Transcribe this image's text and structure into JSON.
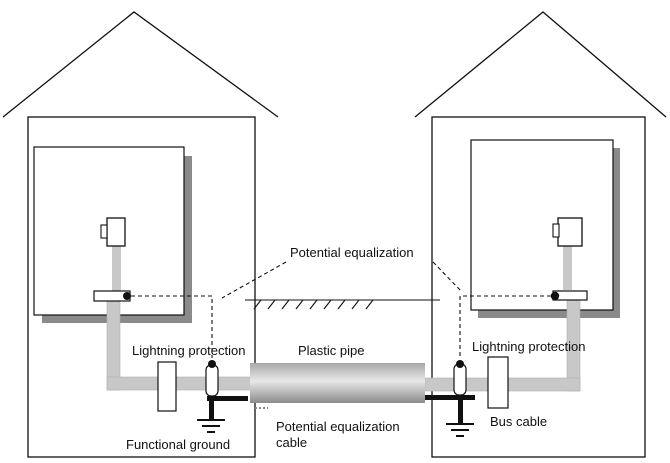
{
  "colors": {
    "line": "#111111",
    "cable": "#c8c8c8",
    "cable_edge": "#9a9a9a",
    "pipe_light": "#e6e6e6",
    "pipe_dark": "#8c8c8c",
    "shadow": "#8a8a8a"
  },
  "labels": {
    "potential_equalization": "Potential equalization",
    "lightning_protection_left": "Lightning protection",
    "lightning_protection_right": "Lightning protection",
    "plastic_pipe": "Plastic pipe",
    "potential_equalization_cable_line1": "Potential equalization",
    "potential_equalization_cable_line2": "cable",
    "bus_cable": "Bus cable",
    "functional_ground": "Functional ground"
  },
  "icons": [
    "house-outline",
    "cabinet",
    "device-box",
    "terminal-connector",
    "lightning-arrester",
    "ground-symbol",
    "earth-hatch"
  ]
}
